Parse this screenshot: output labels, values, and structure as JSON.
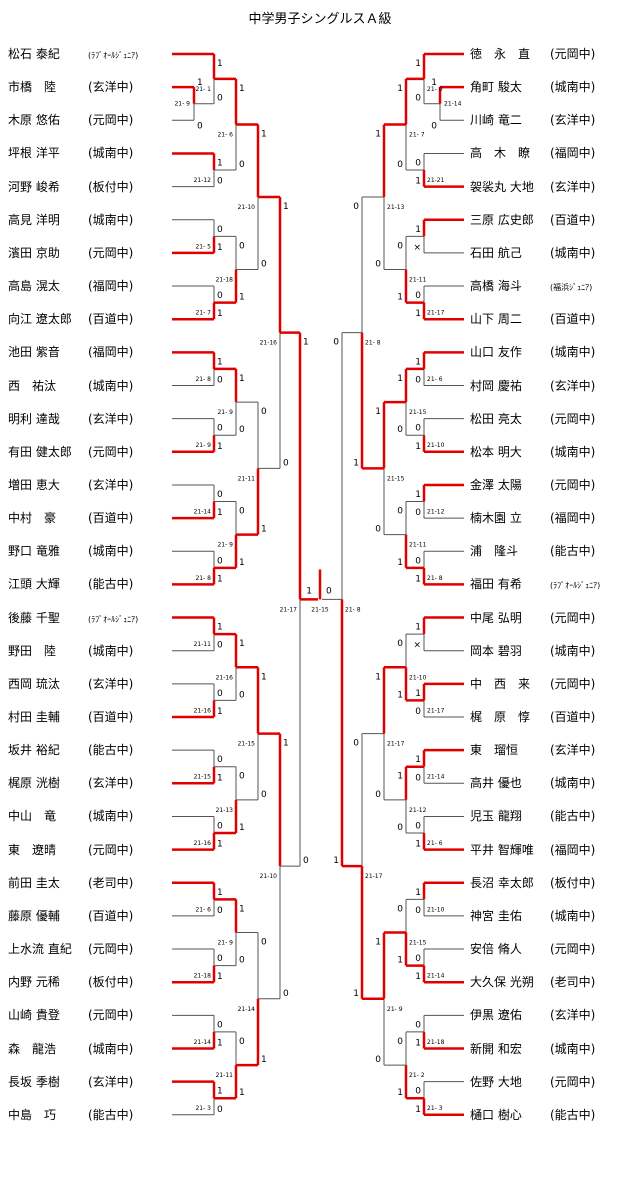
{
  "title": "中学男子シングルスＡ級",
  "left_players": [
    {
      "name": "松石 泰紀",
      "team": "(ﾗﾌﾞｵｰﾙｼﾞｭﾆｱ)"
    },
    {
      "name": "市橋　陸",
      "team": "(玄洋中)"
    },
    {
      "name": "木原 悠佑",
      "team": "(元岡中)"
    },
    {
      "name": "坪根 洋平",
      "team": "(城南中)"
    },
    {
      "name": "河野 峻希",
      "team": "(板付中)"
    },
    {
      "name": "高見 洋明",
      "team": "(城南中)"
    },
    {
      "name": "濱田 京助",
      "team": "(元岡中)"
    },
    {
      "name": "高島 滉太",
      "team": "(福岡中)"
    },
    {
      "name": "向江 遼太郎",
      "team": "(百道中)"
    },
    {
      "name": "池田 紫音",
      "team": "(福岡中)"
    },
    {
      "name": "西　祐汰",
      "team": "(城南中)"
    },
    {
      "name": "明利 達哉",
      "team": "(玄洋中)"
    },
    {
      "name": "有田 健太郎",
      "team": "(元岡中)"
    },
    {
      "name": "増田 恵大",
      "team": "(玄洋中)"
    },
    {
      "name": "中村　豪",
      "team": "(百道中)"
    },
    {
      "name": "野口 竜雅",
      "team": "(城南中)"
    },
    {
      "name": "江頭 大輝",
      "team": "(能古中)"
    },
    {
      "name": "後藤 千聖",
      "team": "(ﾗﾌﾞｵｰﾙｼﾞｭﾆｱ)"
    },
    {
      "name": "野田　陸",
      "team": "(城南中)"
    },
    {
      "name": "西岡 琉汰",
      "team": "(玄洋中)"
    },
    {
      "name": "村田 圭輔",
      "team": "(百道中)"
    },
    {
      "name": "坂井 裕紀",
      "team": "(能古中)"
    },
    {
      "name": "梶原 洸樹",
      "team": "(玄洋中)"
    },
    {
      "name": "中山　竜",
      "team": "(城南中)"
    },
    {
      "name": "東　遼晴",
      "team": "(元岡中)"
    },
    {
      "name": "前田 圭太",
      "team": "(老司中)"
    },
    {
      "name": "藤原 優輔",
      "team": "(百道中)"
    },
    {
      "name": "上水流 直紀",
      "team": "(元岡中)"
    },
    {
      "name": "内野 元稀",
      "team": "(板付中)"
    },
    {
      "name": "山崎 貴登",
      "team": "(元岡中)"
    },
    {
      "name": "森　龍浩",
      "team": "(城南中)"
    },
    {
      "name": "長坂 季樹",
      "team": "(玄洋中)"
    },
    {
      "name": "中島　巧",
      "team": "(能古中)"
    }
  ],
  "right_players": [
    {
      "name": "徳　永　直",
      "team": "(元岡中)"
    },
    {
      "name": "角町 駿太",
      "team": "(城南中)"
    },
    {
      "name": "川崎 竜二",
      "team": "(玄洋中)"
    },
    {
      "name": "高　木　瞭",
      "team": "(福岡中)"
    },
    {
      "name": "袈裟丸 大地",
      "team": "(玄洋中)"
    },
    {
      "name": "三原 広史郎",
      "team": "(百道中)"
    },
    {
      "name": "石田 航己",
      "team": "(城南中)"
    },
    {
      "name": "高橋 海斗",
      "team": "(福浜ｼﾞｭﾆｱ)"
    },
    {
      "name": "山下 周二",
      "team": "(百道中)"
    },
    {
      "name": "山口 友作",
      "team": "(城南中)"
    },
    {
      "name": "村岡 慶祐",
      "team": "(玄洋中)"
    },
    {
      "name": "松田 亮太",
      "team": "(元岡中)"
    },
    {
      "name": "松本 明大",
      "team": "(城南中)"
    },
    {
      "name": "金澤 太陽",
      "team": "(元岡中)"
    },
    {
      "name": "楠木園 立",
      "team": "(福岡中)"
    },
    {
      "name": "浦　隆斗",
      "team": "(能古中)"
    },
    {
      "name": "福田 有希",
      "team": "(ﾗﾌﾞｵｰﾙｼﾞｭﾆｱ)"
    },
    {
      "name": "中尾 弘明",
      "team": "(元岡中)"
    },
    {
      "name": "岡本 碧羽",
      "team": "(城南中)"
    },
    {
      "name": "中　西　来",
      "team": "(元岡中)"
    },
    {
      "name": "梶　原　惇",
      "team": "(百道中)"
    },
    {
      "name": "東　瑠恒",
      "team": "(玄洋中)"
    },
    {
      "name": "高井 優也",
      "team": "(城南中)"
    },
    {
      "name": "児玉 龍翔",
      "team": "(能古中)"
    },
    {
      "name": "平井 智輝唯",
      "team": "(福岡中)"
    },
    {
      "name": "長沼 幸太郎",
      "team": "(板付中)"
    },
    {
      "name": "神宮 圭佑",
      "team": "(城南中)"
    },
    {
      "name": "安倍 脩人",
      "team": "(元岡中)"
    },
    {
      "name": "大久保 光朔",
      "team": "(老司中)"
    },
    {
      "name": "伊黒 遼佑",
      "team": "(玄洋中)"
    },
    {
      "name": "新開 和宏",
      "team": "(城南中)"
    },
    {
      "name": "佐野 大地",
      "team": "(元岡中)"
    },
    {
      "name": "樋口 樹心",
      "team": "(能古中)"
    }
  ],
  "results": {
    "left": {
      "r0": [
        {
          "a": "1",
          "b": "0",
          "gs": "21- 9"
        }
      ],
      "r1": [
        {
          "a": "1",
          "b": "0",
          "gs": "21- 1"
        },
        {
          "a": "1",
          "b": "0",
          "gs": "21-12"
        },
        {
          "a": "0",
          "b": "1",
          "gs": "21- 5"
        },
        {
          "a": "0",
          "b": "1",
          "gs": "21- 7"
        },
        {
          "a": "1",
          "b": "0",
          "gs": "21- 8"
        },
        {
          "a": "0",
          "b": "1",
          "gs": "21- 9"
        },
        {
          "a": "0",
          "b": "1",
          "gs": "21-14"
        },
        {
          "a": "0",
          "b": "1",
          "gs": "21- 8"
        },
        {
          "a": "1",
          "b": "0",
          "gs": "21-11"
        },
        {
          "a": "0",
          "b": "1",
          "gs": "21-16"
        },
        {
          "a": "0",
          "b": "1",
          "gs": "21-15"
        },
        {
          "a": "0",
          "b": "1",
          "gs": "21-16"
        },
        {
          "a": "1",
          "b": "0",
          "gs": "21- 6"
        },
        {
          "a": "0",
          "b": "1",
          "gs": "21-18"
        },
        {
          "a": "0",
          "b": "1",
          "gs": "21-14"
        },
        {
          "a": "1",
          "b": "0",
          "gs": "21- 3"
        }
      ],
      "r2": [
        {
          "a": "1",
          "b": "0",
          "gs": "21- 6"
        },
        {
          "a": "0",
          "b": "1",
          "gs": "21-18"
        },
        {
          "a": "1",
          "b": "0",
          "gs": "21- 9"
        },
        {
          "a": "0",
          "b": "1",
          "gs": "21- 9"
        },
        {
          "a": "1",
          "b": "0",
          "gs": "21-16"
        },
        {
          "a": "0",
          "b": "1",
          "gs": "21-13"
        },
        {
          "a": "1",
          "b": "0",
          "gs": "21- 9"
        },
        {
          "a": "0",
          "b": "1",
          "gs": "21-11"
        }
      ],
      "r3": [
        {
          "a": "1",
          "b": "0",
          "gs": "21-10"
        },
        {
          "a": "0",
          "b": "1",
          "gs": "21-11"
        },
        {
          "a": "1",
          "b": "0",
          "gs": "21-15"
        },
        {
          "a": "0",
          "b": "1",
          "gs": "21-14"
        }
      ],
      "r4": [
        {
          "a": "1",
          "b": "0",
          "gs": "21-16"
        },
        {
          "a": "1",
          "b": "0",
          "gs": "21-10"
        }
      ],
      "r5": [
        {
          "a": "1",
          "b": "0",
          "gs": "21-17"
        }
      ]
    },
    "right": {
      "r0": [
        {
          "a": "1",
          "b": "0",
          "gs": "21-14"
        }
      ],
      "r1": [
        {
          "a": "1",
          "b": "0",
          "gs": "21- 0"
        },
        {
          "a": "0",
          "b": "1",
          "gs": "21-21"
        },
        {
          "a": "1",
          "b": "×",
          "gs": ""
        },
        {
          "a": "0",
          "b": "1",
          "gs": "21-17"
        },
        {
          "a": "1",
          "b": "0",
          "gs": "21- 6"
        },
        {
          "a": "0",
          "b": "1",
          "gs": "21-10"
        },
        {
          "a": "1",
          "b": "0",
          "gs": "21-12"
        },
        {
          "a": "0",
          "b": "1",
          "gs": "21- 8"
        },
        {
          "a": "1",
          "b": "×",
          "gs": ""
        },
        {
          "a": "1",
          "b": "0",
          "gs": "21-17"
        },
        {
          "a": "1",
          "b": "0",
          "gs": "21-14"
        },
        {
          "a": "0",
          "b": "1",
          "gs": "21- 6"
        },
        {
          "a": "1",
          "b": "0",
          "gs": "21-10"
        },
        {
          "a": "0",
          "b": "1",
          "gs": "21-14"
        },
        {
          "a": "0",
          "b": "1",
          "gs": "21-18"
        },
        {
          "a": "0",
          "b": "1",
          "gs": "21- 3"
        }
      ],
      "r2": [
        {
          "a": "1",
          "b": "0",
          "gs": "21- 7"
        },
        {
          "a": "0",
          "b": "1",
          "gs": "21-11"
        },
        {
          "a": "1",
          "b": "0",
          "gs": "21-15"
        },
        {
          "a": "0",
          "b": "1",
          "gs": "21-11"
        },
        {
          "a": "0",
          "b": "1",
          "gs": "21-10"
        },
        {
          "a": "1",
          "b": "0",
          "gs": "21-12"
        },
        {
          "a": "0",
          "b": "1",
          "gs": "21-15"
        },
        {
          "a": "0",
          "b": "1",
          "gs": "21- 2"
        }
      ],
      "r3": [
        {
          "a": "1",
          "b": "0",
          "gs": "21-13"
        },
        {
          "a": "1",
          "b": "0",
          "gs": "21-15"
        },
        {
          "a": "1",
          "b": "0",
          "gs": "21-17"
        },
        {
          "a": "1",
          "b": "0",
          "gs": "21- 9"
        }
      ],
      "r4": [
        {
          "a": "0",
          "b": "1",
          "gs": "21- 8"
        },
        {
          "a": "0",
          "b": "1",
          "gs": "21-17"
        }
      ],
      "r5": [
        {
          "a": "0",
          "b": "1",
          "gs": "21- 8"
        }
      ]
    },
    "final": {
      "left": "1",
      "right": "0",
      "gs": "21-15"
    }
  }
}
